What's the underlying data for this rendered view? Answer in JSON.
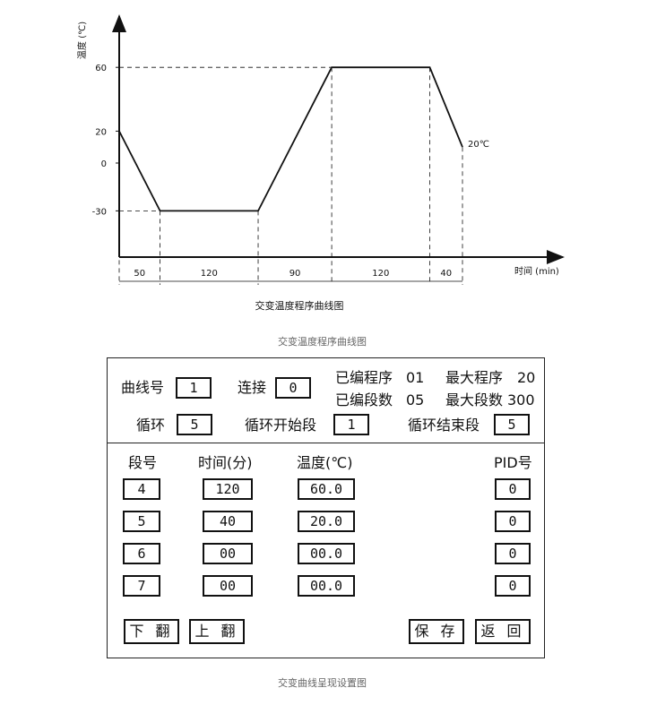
{
  "chart_data": {
    "type": "line",
    "title": "交变温度程序曲线图",
    "xlabel": "时间 (min)",
    "ylabel": "温度 (℃)",
    "y_ticks": [
      "60",
      "20",
      "0",
      "-30"
    ],
    "segments": [
      {
        "duration": 50,
        "label": "50"
      },
      {
        "duration": 120,
        "label": "120"
      },
      {
        "duration": 90,
        "label": "90"
      },
      {
        "duration": 120,
        "label": "120"
      },
      {
        "duration": 40,
        "label": "40"
      }
    ],
    "x": [
      0,
      50,
      170,
      260,
      380,
      420
    ],
    "y": [
      20,
      -30,
      -30,
      60,
      60,
      10
    ],
    "end_annotation": "20℃",
    "grid": false
  },
  "captions": {
    "chart": "交变温度程序曲线图",
    "panel": "交变曲线呈现设置图"
  },
  "header": {
    "curve_label": "曲线号",
    "curve_value": "1",
    "link_label": "连接",
    "link_value": "0",
    "programmed_label": "已编程序",
    "programmed_value": "01",
    "max_program_label": "最大程序",
    "max_program_value": "20",
    "segments_label": "已编段数",
    "segments_value": "05",
    "max_segments_label": "最大段数",
    "max_segments_value": "300",
    "cycle_label": "循环",
    "cycle_value": "5",
    "cycle_start_label": "循环开始段",
    "cycle_start_value": "1",
    "cycle_end_label": "循环结束段",
    "cycle_end_value": "5"
  },
  "table": {
    "columns": [
      "段号",
      "时间(分)",
      "温度(℃)",
      "PID号"
    ],
    "rows": [
      {
        "seg": "4",
        "time": "120",
        "temp": "60.0",
        "pid": "0"
      },
      {
        "seg": "5",
        "time": "40",
        "temp": "20.0",
        "pid": "0"
      },
      {
        "seg": "6",
        "time": "00",
        "temp": "00.0",
        "pid": "0"
      },
      {
        "seg": "7",
        "time": "00",
        "temp": "00.0",
        "pid": "0"
      }
    ]
  },
  "buttons": {
    "page_down": "下 翻",
    "page_up": "上 翻",
    "save": "保 存",
    "back": "返 回"
  }
}
